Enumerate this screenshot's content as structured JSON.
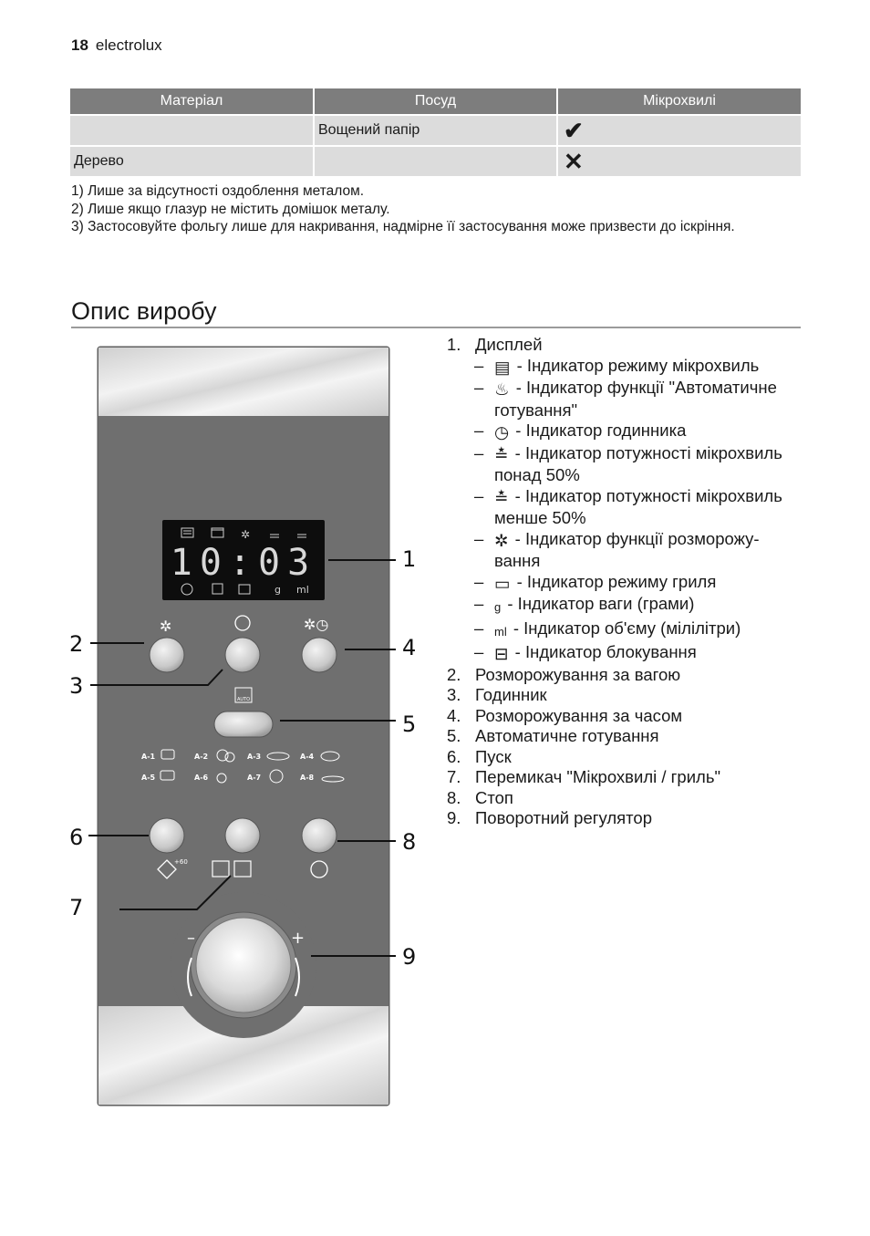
{
  "header": {
    "page_number": "18",
    "brand": "electrolux"
  },
  "table": {
    "columns": [
      "Матеріал",
      "Посуд",
      "Мікрохвилі"
    ],
    "rows": [
      {
        "material": "",
        "dish": "Вощений папір",
        "microwave": "✔"
      },
      {
        "material": "Дерево",
        "dish": "",
        "microwave": "✕"
      }
    ]
  },
  "footnotes": [
    "1) Лише за відсутності оздоблення металом.",
    "2) Лише якщо глазур не містить домішок металу.",
    "3) Застосовуйте фольгу лише для накривання, надмірне її застосування може призвести до іскріння."
  ],
  "section_title": "Опис виробу",
  "panel": {
    "display_time": "10:03",
    "display_units": [
      "g",
      "ml"
    ],
    "auto_programs": [
      "A-1",
      "A-2",
      "A-3",
      "A-4",
      "A-5",
      "A-6",
      "A-7",
      "A-8"
    ],
    "start_label": "+60",
    "auto_label": "AUTO",
    "callouts": [
      "1",
      "2",
      "3",
      "4",
      "5",
      "6",
      "7",
      "8",
      "9"
    ],
    "dial_minus": "–",
    "dial_plus": "+"
  },
  "legend": [
    {
      "num": "1.",
      "text": "Дисплей",
      "subs": [
        {
          "icon": "microwave-mode-icon",
          "text": " - Індикатор режиму мікрохвиль"
        },
        {
          "icon": "auto-cook-icon",
          "text": " - Індикатор функції \"Автоматичне готування\""
        },
        {
          "icon": "clock-icon",
          "text": " - Індикатор годинника"
        },
        {
          "icon": "power-high-icon",
          "text": " - Індикатор потужності мікрохвиль понад 50%"
        },
        {
          "icon": "power-low-icon",
          "text": " - Індикатор потужності мікрохвиль менше 50%"
        },
        {
          "icon": "defrost-icon",
          "text": " - Індикатор функції розморожу-вання"
        },
        {
          "icon": "grill-icon",
          "text": " - Індикатор режиму гриля"
        },
        {
          "icon": "g",
          "text": " - Індикатор ваги (грами)"
        },
        {
          "icon": "ml",
          "text": " - Індикатор об'єму (мілілітри)"
        },
        {
          "icon": "lock-icon",
          "text": " - Індикатор блокування"
        }
      ]
    },
    {
      "num": "2.",
      "text": "Розморожування за вагою"
    },
    {
      "num": "3.",
      "text": "Годинник"
    },
    {
      "num": "4.",
      "text": "Розморожування за часом"
    },
    {
      "num": "5.",
      "text": "Автоматичне готування"
    },
    {
      "num": "6.",
      "text": "Пуск"
    },
    {
      "num": "7.",
      "text": "Перемикач \"Мікрохвилі / гриль\""
    },
    {
      "num": "8.",
      "text": "Стоп"
    },
    {
      "num": "9.",
      "text": "Поворотний регулятор"
    }
  ]
}
